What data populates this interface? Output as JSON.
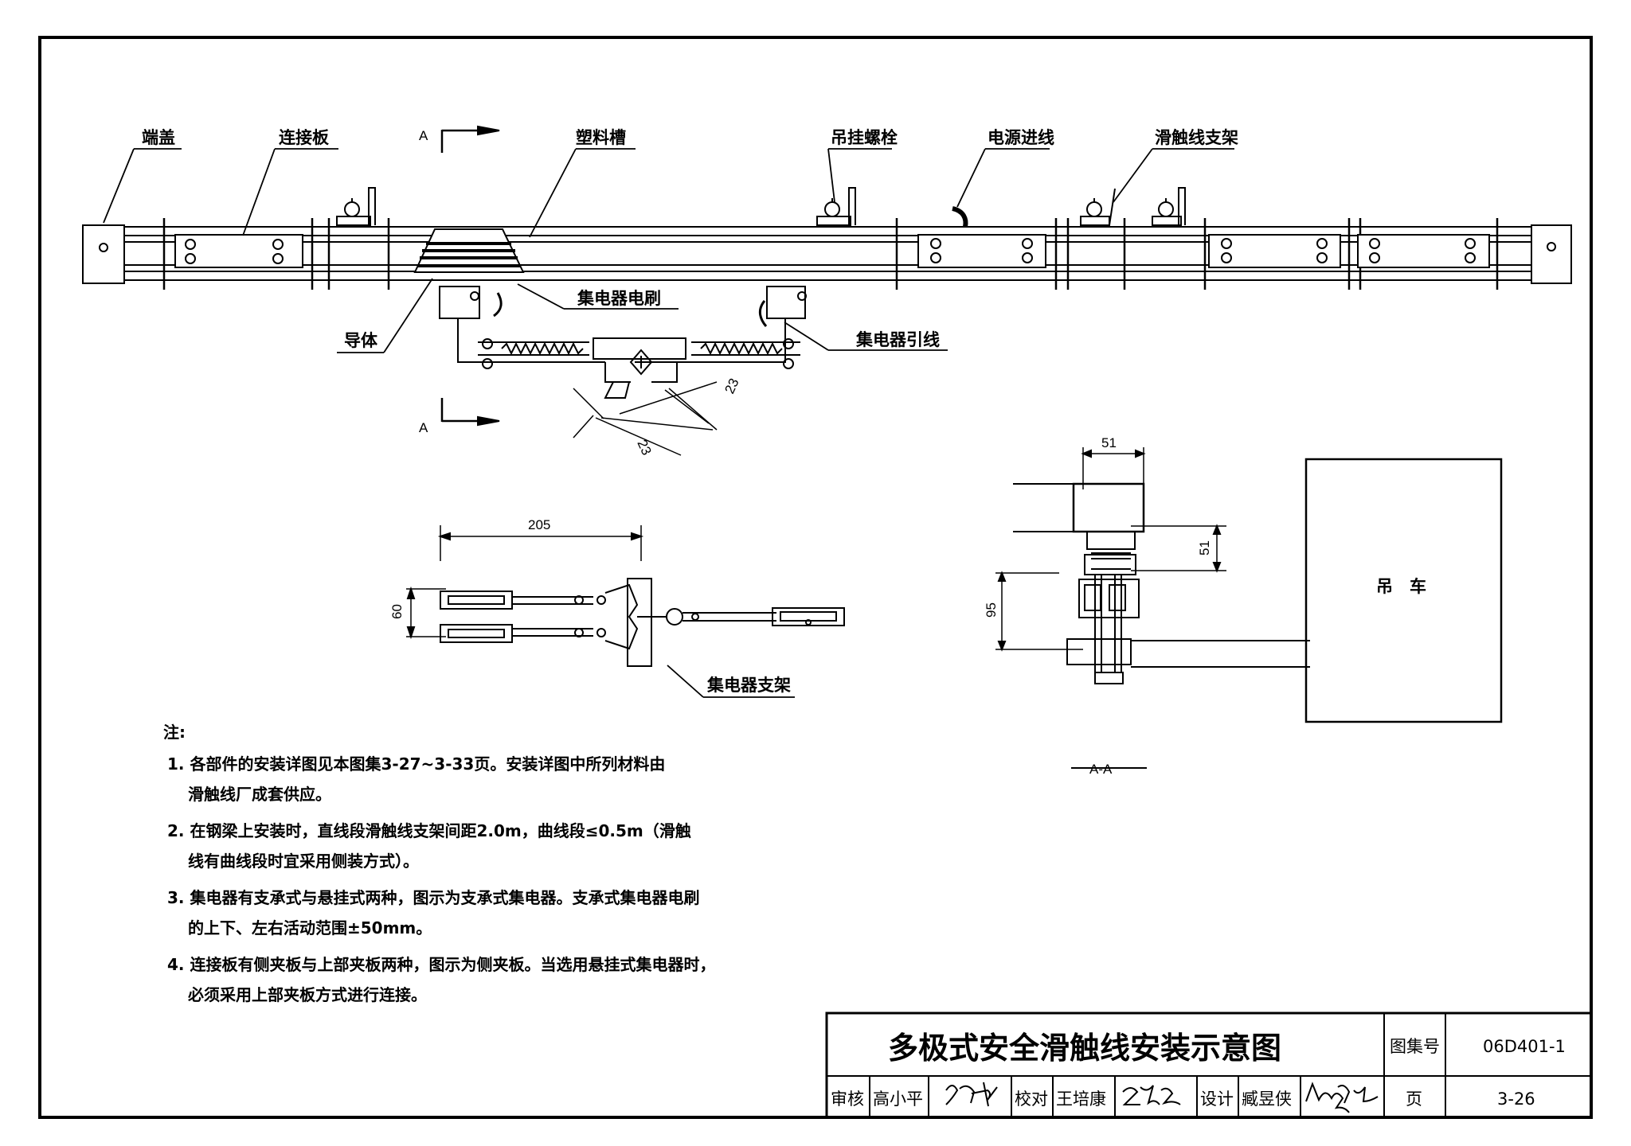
{
  "labels": {
    "end_cap": "端盖",
    "connector_plate": "连接板",
    "plastic_trough": "塑料槽",
    "hanging_bolt": "吊挂螺栓",
    "power_inlet": "电源进线",
    "rail_bracket": "滑触线支架",
    "collector_brush": "集电器电刷",
    "conductor": "导体",
    "collector_lead": "集电器引线",
    "collector_bracket": "集电器支架",
    "crane": "吊　车",
    "section_mark": "A",
    "section_title": "A-A"
  },
  "dimensions": {
    "d23_a": "23",
    "d23_b": "23",
    "d205": "205",
    "d60": "60",
    "d51_top": "51",
    "d51_side": "51",
    "d95": "95"
  },
  "notes": {
    "heading": "注:",
    "items": [
      "1. 各部件的安装详图见本图集3-27~3-33页。安装详图中所列材料由",
      "滑触线厂成套供应。",
      "2. 在钢梁上安装时，直线段滑触线支架间距2.0m，曲线段≤0.5m（滑触",
      "线有曲线段时宜采用侧装方式）。",
      "3. 集电器有支承式与悬挂式两种，图示为支承式集电器。支承式集电器电刷",
      "的上下、左右活动范围±50mm。",
      "4. 连接板有侧夹板与上部夹板两种，图示为侧夹板。当选用悬挂式集电器时，",
      "必须采用上部夹板方式进行连接。"
    ]
  },
  "title_block": {
    "title": "多极式安全滑触线安装示意图",
    "atlas_no_label": "图集号",
    "atlas_no": "06D401-1",
    "review_label": "审核",
    "reviewer": "高小平",
    "check_label": "校对",
    "checker": "王培康",
    "design_label": "设计",
    "designer": "臧昱侠",
    "page_label": "页",
    "page": "3-26"
  },
  "colors": {
    "ink": "#000000",
    "paper": "#ffffff"
  }
}
